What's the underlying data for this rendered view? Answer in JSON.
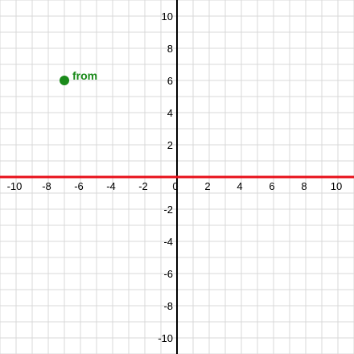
{
  "chart_data": {
    "type": "scatter",
    "title": "",
    "xlabel": "",
    "ylabel": "",
    "xlim": [
      -11,
      11
    ],
    "ylim": [
      -11,
      11
    ],
    "grid": true,
    "minor_grid_step": 1,
    "tick_step": 2,
    "x_ticks": [
      "-10",
      "-8",
      "-6",
      "-4",
      "-2",
      "0",
      "2",
      "4",
      "6",
      "8",
      "10"
    ],
    "y_ticks": [
      "-10",
      "-8",
      "-6",
      "-4",
      "-2",
      "2",
      "4",
      "6",
      "8",
      "10"
    ],
    "tick_values_x": [
      -10,
      -8,
      -6,
      -4,
      -2,
      0,
      2,
      4,
      6,
      8,
      10
    ],
    "tick_values_y": [
      -10,
      -8,
      -6,
      -4,
      -2,
      2,
      4,
      6,
      8,
      10
    ],
    "lines": [
      {
        "kind": "horizontal",
        "y": 0,
        "color": "#e8101a"
      }
    ],
    "points": [
      {
        "x": -7,
        "y": 6,
        "label": "from",
        "color": "#1a8a1a"
      }
    ],
    "colors": {
      "grid": "#d9d9d9",
      "axis": "#000000"
    }
  }
}
